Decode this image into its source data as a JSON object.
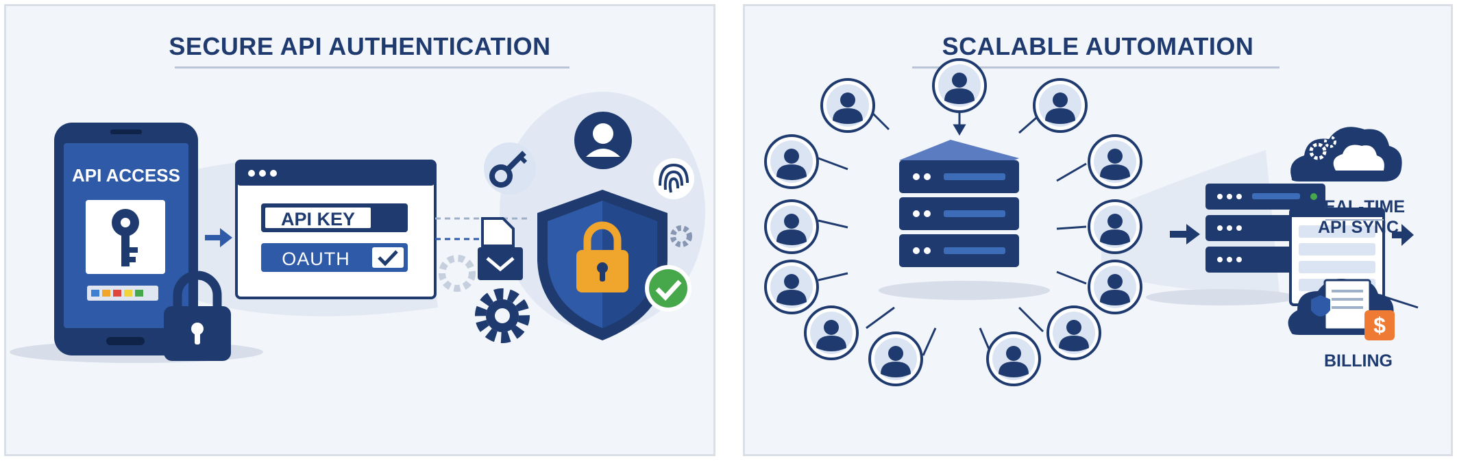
{
  "left_panel": {
    "title": "SECURE API AUTHENTICATION",
    "phone_label": "API ACCESS",
    "field_api_key": "API KEY",
    "field_oauth": "OAUTH"
  },
  "right_panel": {
    "title": "SCALABLE AUTOMATION",
    "sync_label_line1": "REAL-TIME",
    "sync_label_line2": "API SYNC",
    "billing_label": "BILLING",
    "billing_symbol": "$"
  },
  "colors": {
    "navy": "#1e3a6e",
    "blue": "#2f5aa8",
    "light_blue": "#dbe4f2",
    "gold": "#f0a52c",
    "green": "#47a84b",
    "orange": "#ee7a34"
  }
}
